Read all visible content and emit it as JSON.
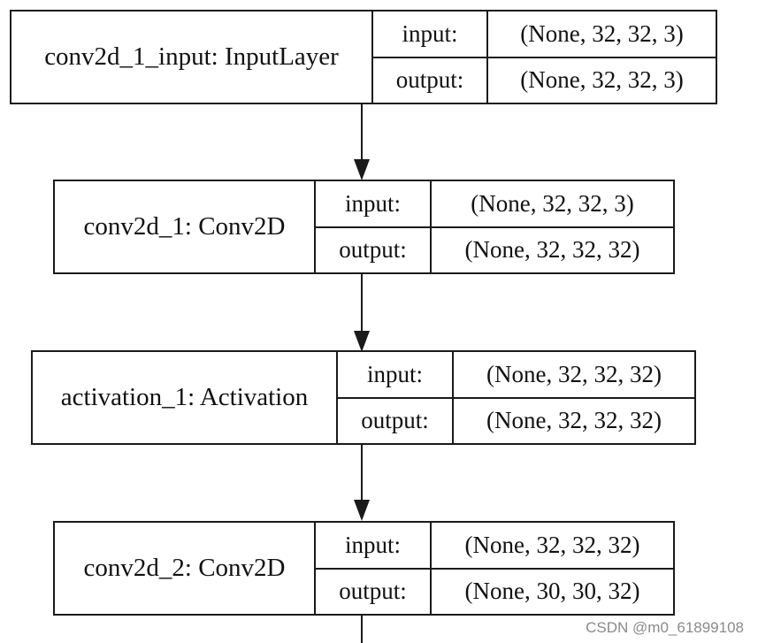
{
  "nodes": [
    {
      "name": "conv2d_1_input: InputLayer",
      "input_label": "input:",
      "output_label": "output:",
      "input_shape": "(None, 32, 32, 3)",
      "output_shape": "(None, 32, 32, 3)"
    },
    {
      "name": "conv2d_1: Conv2D",
      "input_label": "input:",
      "output_label": "output:",
      "input_shape": "(None, 32, 32, 3)",
      "output_shape": "(None, 32, 32, 32)"
    },
    {
      "name": "activation_1: Activation",
      "input_label": "input:",
      "output_label": "output:",
      "input_shape": "(None, 32, 32, 32)",
      "output_shape": "(None, 32, 32, 32)"
    },
    {
      "name": "conv2d_2: Conv2D",
      "input_label": "input:",
      "output_label": "output:",
      "input_shape": "(None, 32, 32, 32)",
      "output_shape": "(None, 30, 30, 32)"
    }
  ],
  "watermark": "CSDN @m0_61899108"
}
